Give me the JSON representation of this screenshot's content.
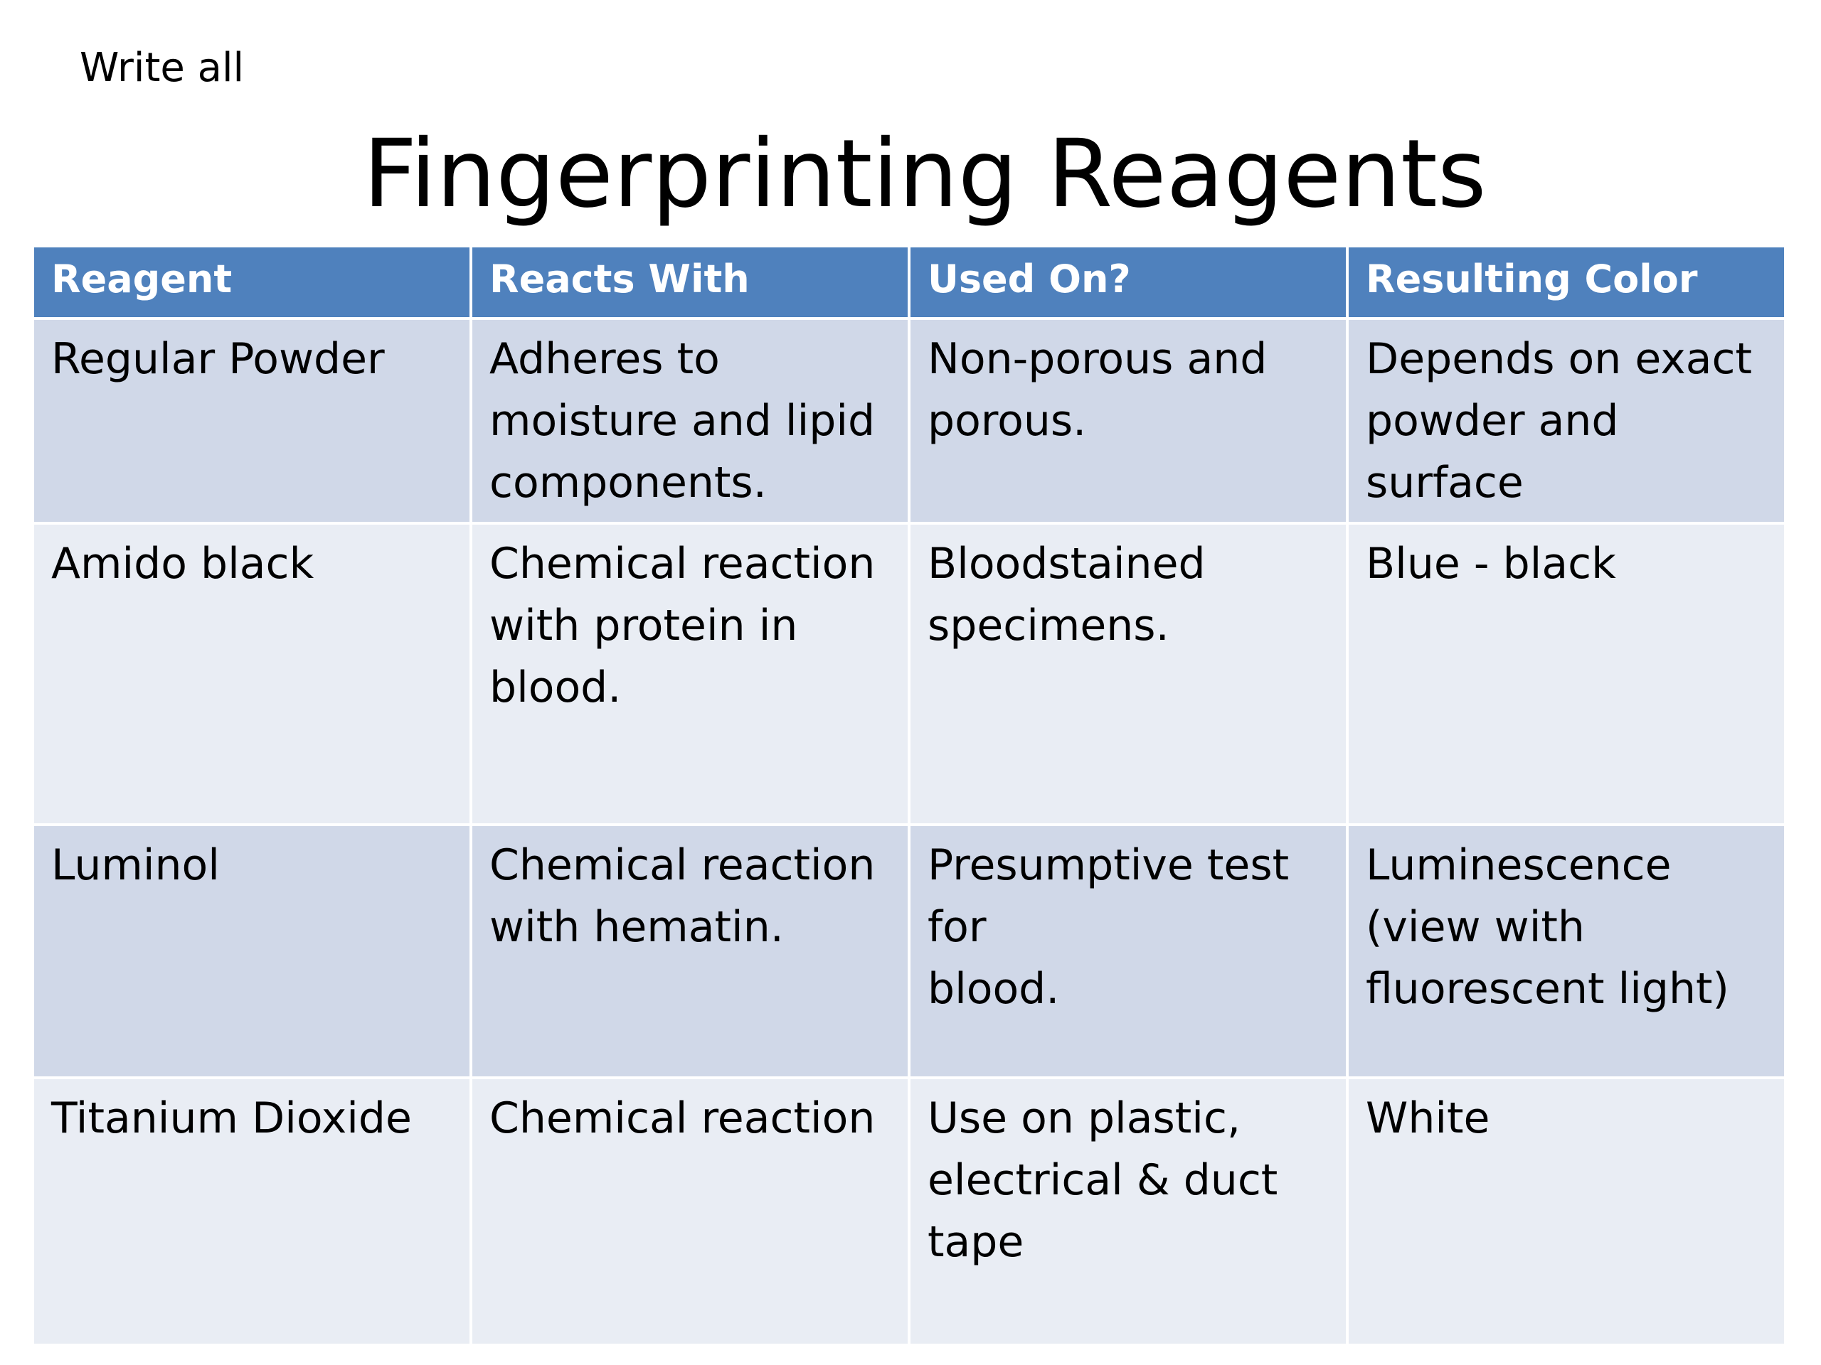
{
  "slide": {
    "note": "Write all",
    "title": "Fingerprinting Reagents"
  },
  "colors": {
    "header_bg": "#4f81bd",
    "row_dark": "#d0d8e8",
    "row_light": "#e9edf4"
  },
  "table": {
    "headers": [
      "Reagent",
      "Reacts With",
      "Used On?",
      "Resulting Color"
    ],
    "rows": [
      [
        [
          "Regular Powder"
        ],
        [
          "Adheres to",
          "moisture and lipid",
          "components."
        ],
        [
          "Non-porous and",
          "porous."
        ],
        [
          "Depends on exact",
          "powder and",
          "surface"
        ]
      ],
      [
        [
          "Amido black"
        ],
        [
          "Chemical reaction",
          "with protein in",
          "blood."
        ],
        [
          "Bloodstained",
          "specimens."
        ],
        [
          "Blue - black"
        ]
      ],
      [
        [
          "Luminol"
        ],
        [
          "Chemical reaction",
          "with hematin."
        ],
        [
          "Presumptive test",
          "for",
          "blood."
        ],
        [
          "Luminescence",
          "(view with",
          "fluorescent light)"
        ]
      ],
      [
        [
          "Titanium Dioxide"
        ],
        [
          "Chemical reaction"
        ],
        [
          "Use on plastic,",
          "electrical & duct",
          "tape"
        ],
        [
          "White"
        ]
      ]
    ]
  }
}
